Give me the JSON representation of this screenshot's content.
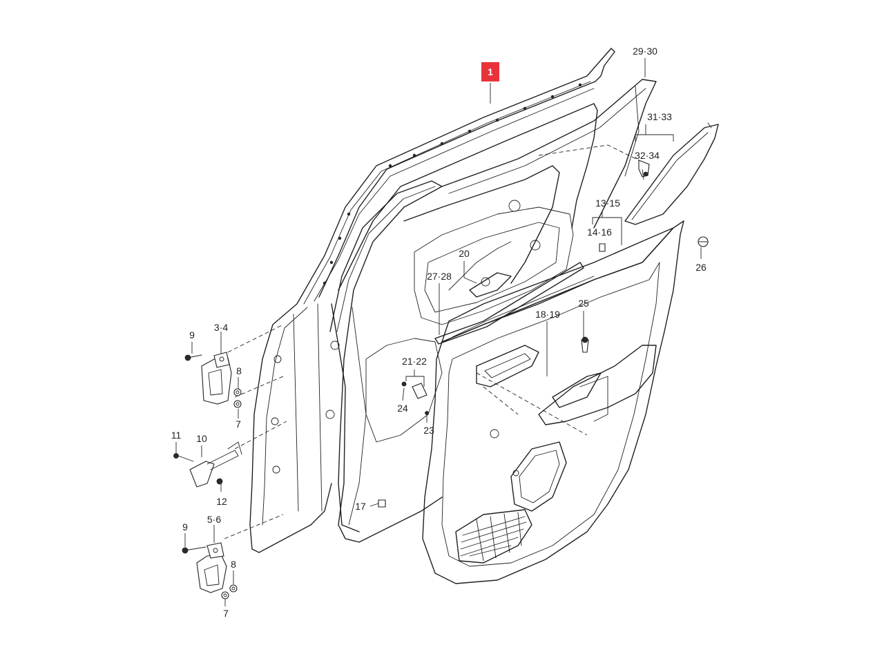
{
  "colors": {
    "callout_fill": "#e8333b",
    "line": "#1f1f1f",
    "background": "#ffffff"
  },
  "highlighted_callout": "1",
  "callouts": [
    "1",
    "29·30",
    "31·33",
    "32·34",
    "13·15",
    "14·16",
    "26",
    "20",
    "27·28",
    "25",
    "18·19",
    "21·22",
    "24",
    "23",
    "17",
    "9",
    "3·4",
    "8",
    "7",
    "11",
    "10",
    "12",
    "9",
    "5·6",
    "8",
    "7"
  ]
}
